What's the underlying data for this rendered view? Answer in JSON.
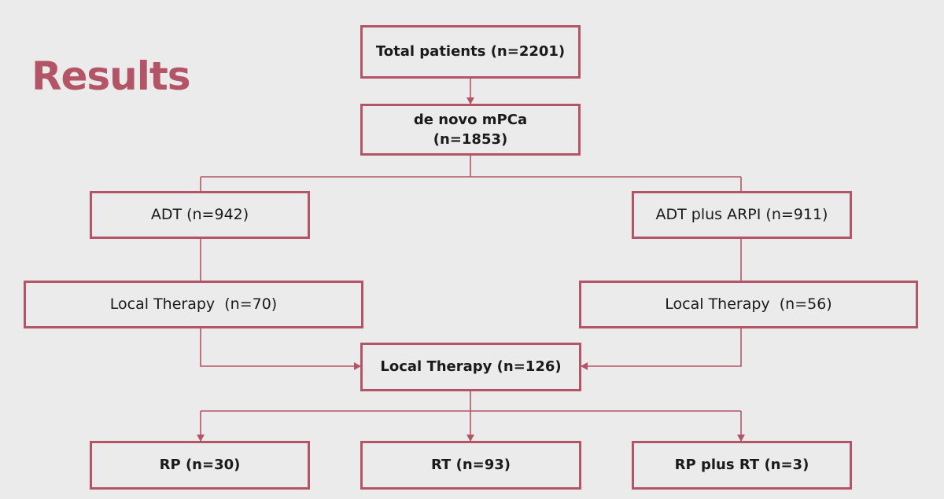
{
  "slide": {
    "title": "Results"
  },
  "flow": {
    "total": "Total patients (n=2201)",
    "denovo_line1": "de novo mPCa",
    "denovo_line2": "(n=1853)",
    "adt": "ADT (n=942)",
    "adt_arpi": "ADT plus ARPI (n=911)",
    "lt_left": "Local Therapy  (n=70)",
    "lt_right": "Local Therapy  (n=56)",
    "lt_total": "Local Therapy (n=126)",
    "rp": "RP (n=30)",
    "rt": "RT (n=93)",
    "rp_rt": "RP plus RT (n=3)"
  },
  "colors": {
    "accent": "#b35566",
    "background": "#ebebeb",
    "text": "#1a1a1a"
  }
}
